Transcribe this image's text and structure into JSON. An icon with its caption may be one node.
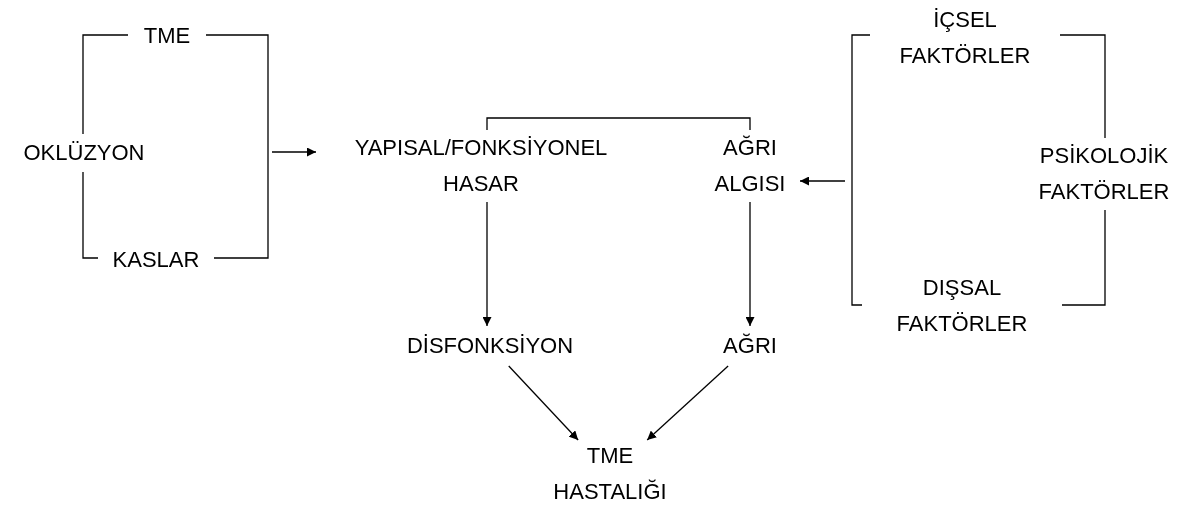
{
  "diagram": {
    "nodes": [
      {
        "text": [
          "TME"
        ]
      },
      {
        "text": [
          "OKLÜZYON"
        ]
      },
      {
        "text": [
          "KASLAR"
        ]
      },
      {
        "text": [
          "YAPISAL/FONKSİYONEL HASAR"
        ]
      },
      {
        "text": [
          "AĞRI ALGISI"
        ]
      },
      {
        "text": [
          "İÇSEL FAKTÖRLER"
        ]
      },
      {
        "text": [
          "PSİKOLOJİK FAKTÖRLER"
        ]
      },
      {
        "text": [
          "DIŞSAL FAKTÖRLER"
        ]
      },
      {
        "text": [
          "DİSFONKSİYON"
        ]
      },
      {
        "text": [
          "AĞRI"
        ]
      },
      {
        "text": [
          "TME HASTALIĞI"
        ]
      }
    ],
    "edges": [
      {
        "from": 0,
        "to": 1,
        "arrow": "none"
      },
      {
        "from": 1,
        "to": 2,
        "arrow": "none"
      },
      {
        "from": 0,
        "to": 2,
        "arrow": "none"
      },
      {
        "from": null,
        "to": 3,
        "arrow": "to"
      },
      {
        "from": 3,
        "to": 4,
        "arrow": "none"
      },
      {
        "from": 5,
        "to": 6,
        "arrow": "none"
      },
      {
        "from": 6,
        "to": 7,
        "arrow": "none"
      },
      {
        "from": 5,
        "to": 7,
        "arrow": "none"
      },
      {
        "from": null,
        "to": 4,
        "arrow": "to"
      },
      {
        "from": 3,
        "to": 8,
        "arrow": "to"
      },
      {
        "from": 4,
        "to": 9,
        "arrow": "to"
      },
      {
        "from": 8,
        "to": 10,
        "arrow": "to"
      },
      {
        "from": 9,
        "to": 10,
        "arrow": "to"
      }
    ]
  }
}
